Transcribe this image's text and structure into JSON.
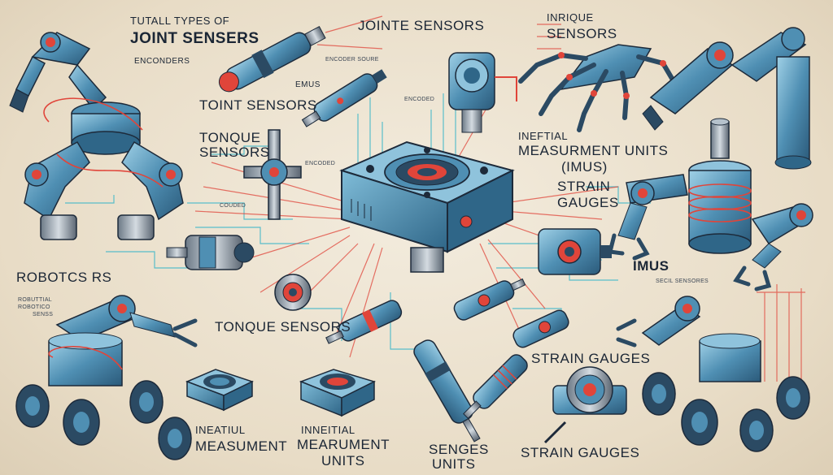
{
  "labels": {
    "title_line1": "TUTALL TYPES OF",
    "title_line2": "JOINT SENSERS",
    "encoders": "ENCONDERS",
    "jointe_sensors": "JOINTE SENSORS",
    "inrique_line1": "INRIQUE",
    "inrique_line2": "SENSORS",
    "emus": "EMUS",
    "toint_sensors": "TOINT SENSORS",
    "encoded": "ENCODED",
    "tonque_line1": "TONQUE",
    "tonque_line2": "SENSORS",
    "couded": "COUDED",
    "ineftial_line1": "INEFTIAL",
    "ineftial_line2": "MEASURMENT UNITS",
    "ineftial_line3": "(IMUS)",
    "strain_line1": "STRAIN",
    "strain_line2": "GAUGES",
    "robotcs": "ROBOTCS RS",
    "robotial_line1": "ROBUTTIAL",
    "robotial_line2": "ROBOTICO",
    "robotial_line3": "SENSS",
    "imus": "IMUS",
    "secil_sensores": "SECIL SENSORES",
    "tonque_sensors_bottom": "TONQUE SENSORS",
    "strain_gauges_mid": "STRAIN GAUGES",
    "ineatiul_line1": "INEATIUL",
    "ineatiul_line2": "MEASUMENT",
    "ineritial_line1": "INNEITIAL",
    "ineritial_line2": "MEARUMENT",
    "ineritial_line3": "UNITS",
    "senges_line1": "SENGES",
    "senges_line2": "UNITS",
    "strain_gauges_bottom": "STRAIN GAUGES",
    "tiny_encoder_a": "ENCODER SOURE",
    "tiny_encoder_b": "ENCODED"
  },
  "colors": {
    "steel_blue": "#4f8fb3",
    "light_blue": "#8fc3dc",
    "dark_steel": "#2b4a63",
    "red_wire": "#e0453a",
    "teal_line": "#3fb7c9",
    "background": "#ede4d3"
  }
}
